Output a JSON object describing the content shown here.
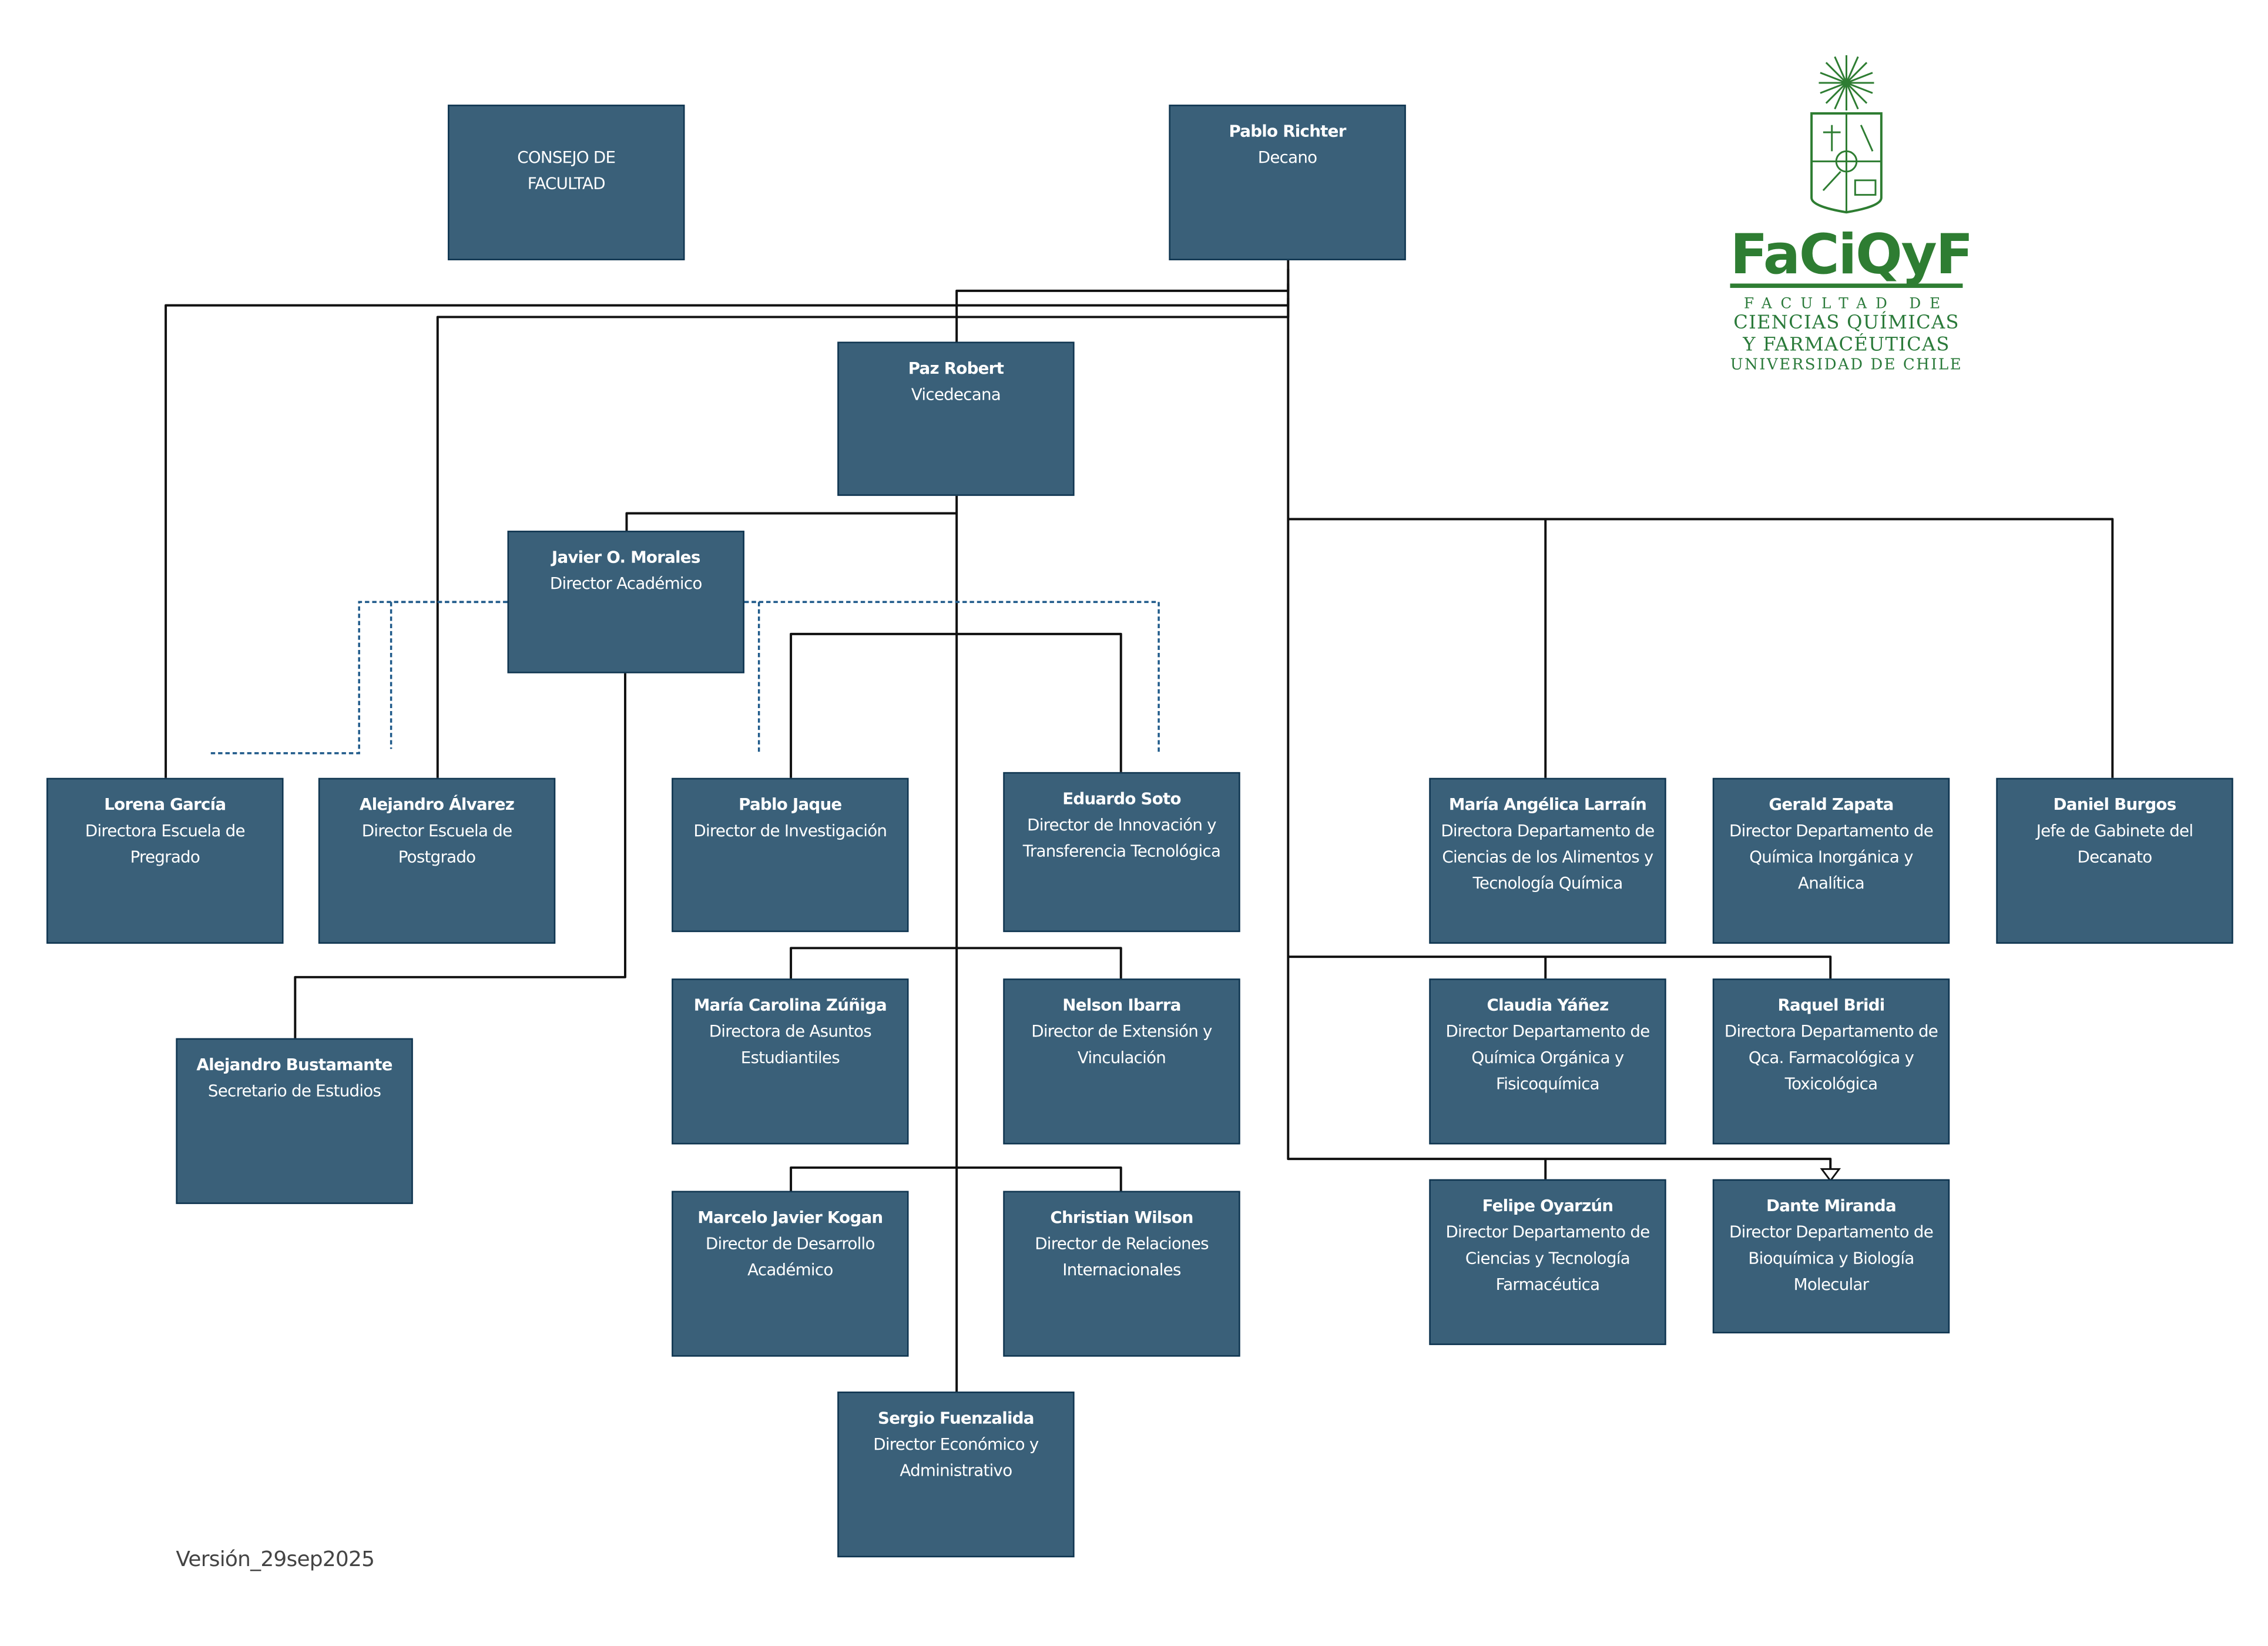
{
  "logo": {
    "wordmark": "FaCiQyF",
    "line1": "FACULTAD DE",
    "line2": "CIENCIAS QUÍMICAS",
    "line3": "Y FARMACÉUTICAS",
    "line4": "UNIVERSIDAD DE CHILE"
  },
  "nodes": {
    "consejo": {
      "name": "CONSEJO DE FACULTAD"
    },
    "richter": {
      "name": "Pablo Richter",
      "role": "Decano"
    },
    "robert": {
      "name": "Paz Robert",
      "role": "Vicedecana"
    },
    "morales": {
      "name": "Javier O. Morales",
      "role": "Director Académico"
    },
    "garcia": {
      "name": "Lorena García",
      "role": "Directora Escuela de Pregrado"
    },
    "alvarez": {
      "name": "Alejandro Álvarez",
      "role": "Director Escuela de Postgrado"
    },
    "jaque": {
      "name": "Pablo Jaque",
      "role": "Director de Investigación"
    },
    "soto": {
      "name": "Eduardo Soto",
      "role": "Director de Innovación y Transferencia Tecnológica"
    },
    "larrain": {
      "name": "María Angélica Larraín",
      "role": "Directora Departamento de Ciencias de los Alimentos y Tecnología Química"
    },
    "zapata": {
      "name": "Gerald Zapata",
      "role": "Director Departamento de Química Inorgánica y Analítica"
    },
    "burgos": {
      "name": "Daniel Burgos",
      "role": "Jefe de Gabinete del Decanato"
    },
    "bustamante": {
      "name": "Alejandro Bustamante",
      "role": "Secretario de Estudios"
    },
    "zuniga": {
      "name": "María Carolina Zúñiga",
      "role": "Directora de Asuntos Estudiantiles"
    },
    "ibarra": {
      "name": "Nelson Ibarra",
      "role": "Director de Extensión y Vinculación"
    },
    "yanez": {
      "name": "Claudia Yáñez",
      "role": "Director Departamento de Química Orgánica y Fisicoquímica"
    },
    "bridi": {
      "name": "Raquel Bridi",
      "role": "Directora Departamento de Qca. Farmacológica y Toxicológica"
    },
    "kogan": {
      "name": "Marcelo Javier Kogan",
      "role": "Director de Desarrollo Académico"
    },
    "wilson": {
      "name": "Christian Wilson",
      "role": "Director de Relaciones Internacionales"
    },
    "oyarzun": {
      "name": "Felipe Oyarzún",
      "role": "Director Departamento de Ciencias y Tecnología Farmacéutica"
    },
    "miranda": {
      "name": "Dante Miranda",
      "role": "Director Departamento de Bioquímica y Biología Molecular"
    },
    "fuenzalida": {
      "name": "Sergio Fuenzalida",
      "role": "Director Económico y Administrativo"
    }
  },
  "version": "Versión_29sep2025",
  "colors": {
    "box": "#3a6079",
    "border": "#0f3550",
    "dashed": "#1f5a8a",
    "logo": "#2e7d32"
  }
}
